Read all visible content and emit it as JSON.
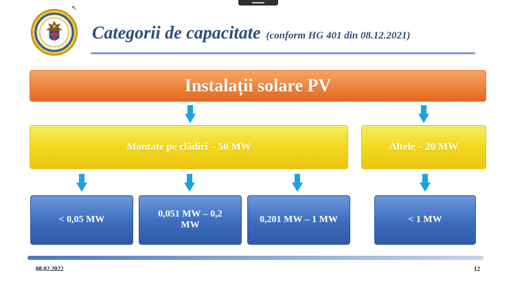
{
  "header": {
    "title": "Categorii de capacitate",
    "subtitle": "(conform HG 401 din 08.12.2021)"
  },
  "diagram": {
    "root": {
      "label": "Instalații solare PV"
    },
    "groups": [
      {
        "label": "Montate pe clădiri – 50 MW"
      },
      {
        "label": "Altele – 20 MW"
      }
    ],
    "categories": [
      {
        "label": "< 0,05 MW"
      },
      {
        "label": "0,051 MW – 0,2 MW"
      },
      {
        "label": "0,201 MW – 1 MW"
      },
      {
        "label": "< 1 MW"
      }
    ]
  },
  "footer": {
    "date": "08.02.2022",
    "page_number": "12",
    "progress": 1.0
  },
  "colors": {
    "title": "#2b4f7a",
    "root_box": "#f08a44",
    "group_box": "#f2d820",
    "category_box": "#3f6fc1",
    "arrow": "#1ba3dc"
  },
  "icons": {
    "seal": "coat-of-arms-seal-icon",
    "cursor": "mouse-pointer-icon"
  }
}
